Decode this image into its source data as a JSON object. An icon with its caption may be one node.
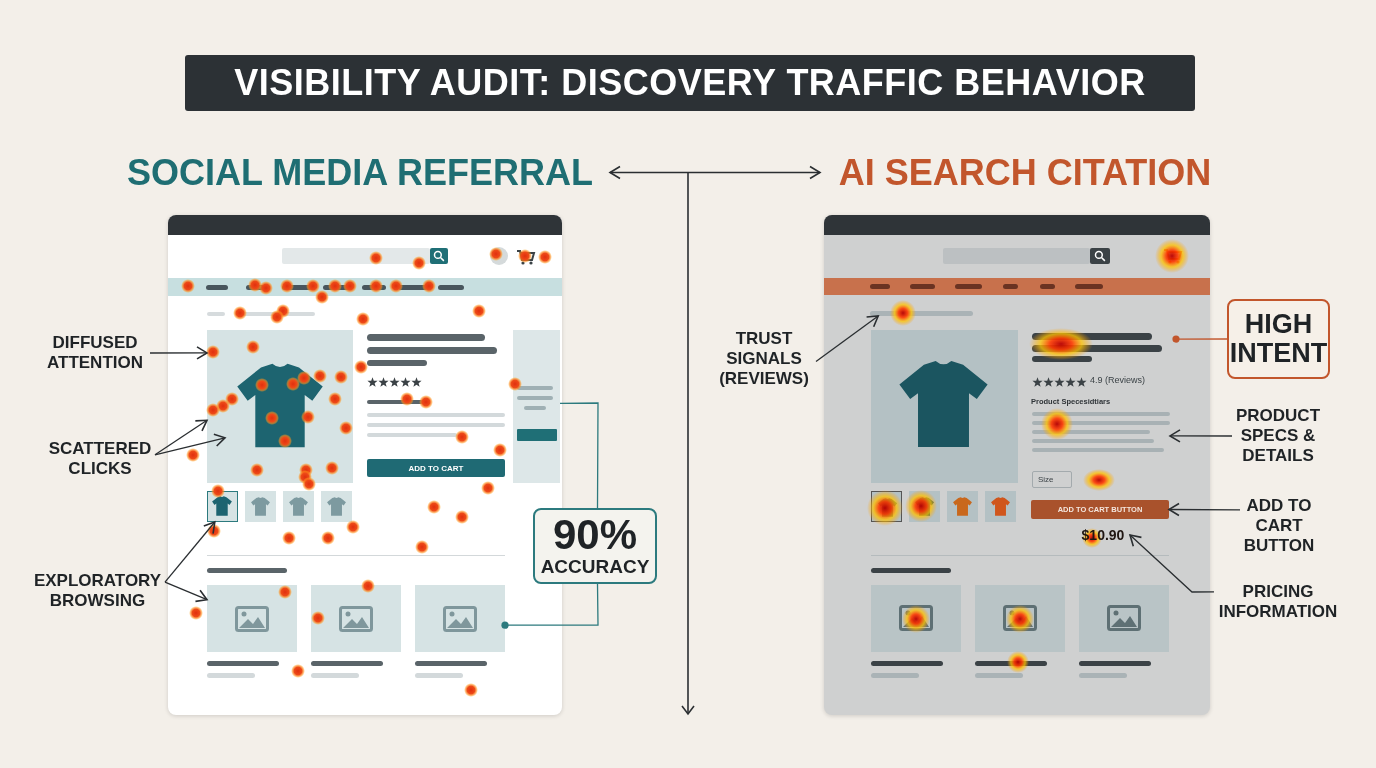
{
  "diagram": {
    "title": "VISIBILITY AUDIT: DISCOVERY TRAFFIC BEHAVIOR",
    "nodes": [
      {
        "text": [
          "SOCIAL MEDIA REFERRAL"
        ]
      },
      {
        "text": [
          "AI SEARCH CITATION"
        ]
      },
      {
        "text": [],
        "shape": "box"
      },
      {
        "text": [],
        "shape": "picture",
        "in": 2
      },
      {
        "text": [],
        "shape": "picture",
        "in": 3
      },
      {
        "text": [
          "ADD TO CART"
        ],
        "in": 2
      },
      {
        "text": [],
        "shape": "box",
        "in": 2
      },
      {
        "text": [],
        "shape": "picture",
        "in": 2
      },
      {
        "text": [],
        "shape": "picture",
        "in": 2
      },
      {
        "text": [
          "DIFFUSED ATTENTION"
        ]
      },
      {
        "text": [
          "SCATTERED CLICKS"
        ]
      },
      {
        "text": [
          "EXPLORATORY BROWSING"
        ]
      },
      {
        "text": [
          "90%",
          "ACCURACY"
        ]
      },
      {
        "text": [],
        "shape": "box"
      },
      {
        "text": [],
        "shape": "bar",
        "in": 13
      },
      {
        "text": [],
        "shape": "bar",
        "in": 13
      },
      {
        "text": [],
        "shape": "box",
        "in": 13,
        "beside": [
          "Product Specesidtiars"
        ]
      },
      {
        "text": [
          "ADD TO CART BUTTON"
        ],
        "in": 13
      },
      {
        "text": [
          "$10.90"
        ],
        "in": 13
      },
      {
        "text": [
          "TRUST SIGNALS (REVIEWS)"
        ]
      },
      {
        "text": [
          "HIGH INTENT"
        ]
      },
      {
        "text": [
          "PRODUCT SPECS & DETAILS"
        ]
      },
      {
        "text": [
          "ADD TO CART BUTTON"
        ]
      },
      {
        "text": [
          "PRICING INFORMATION"
        ]
      },
      {
        "text": [],
        "shape": "picture",
        "in": 2
      },
      {
        "text": [],
        "shape": "picture",
        "in": 2
      }
    ],
    "edges": [
      {
        "from": 0,
        "to": 1,
        "arrow": "both"
      },
      {
        "from": 9,
        "to": 3,
        "arrow": "to"
      },
      {
        "from": 10,
        "to": 3,
        "arrow": "to"
      },
      {
        "from": 10,
        "to": 4,
        "arrow": "to"
      },
      {
        "from": 11,
        "to": 7,
        "arrow": "to"
      },
      {
        "from": 11,
        "to": 8,
        "arrow": "to"
      },
      {
        "from": 12,
        "to": 6,
        "arrow": "none",
        "color": "#2c7a7e"
      },
      {
        "from": 12,
        "to": 25,
        "arrow": "other",
        "color": "#2c7a7e"
      },
      {
        "from": 19,
        "to": 14,
        "arrow": "to"
      },
      {
        "from": 20,
        "to": 15,
        "arrow": "other",
        "color": "#c2562c"
      },
      {
        "from": 21,
        "to": 16,
        "arrow": "to"
      },
      {
        "from": 22,
        "to": 17,
        "arrow": "to"
      },
      {
        "from": 23,
        "to": 18,
        "arrow": "to"
      }
    ],
    "labels": [
      "4.9 (Reviews)",
      "Size"
    ]
  }
}
